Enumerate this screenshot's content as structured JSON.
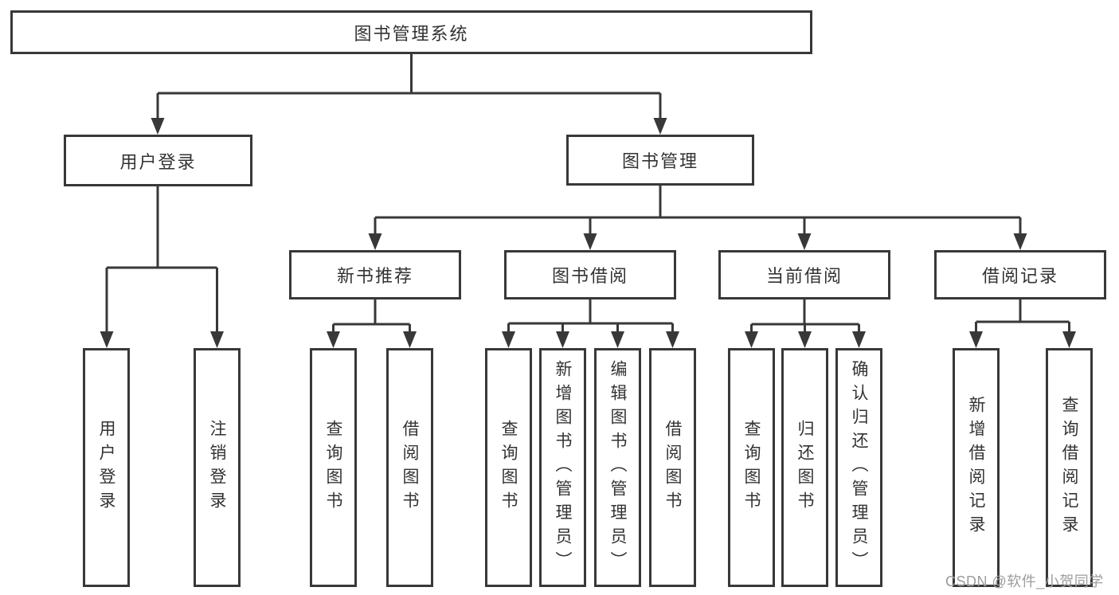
{
  "diagram": {
    "type": "hierarchy",
    "root": {
      "label": "图书管理系统"
    },
    "level2": {
      "user_login": {
        "label": "用户登录"
      },
      "book_management": {
        "label": "图书管理"
      }
    },
    "user_login_children": [
      {
        "label": "用户登录"
      },
      {
        "label": "注销登录"
      }
    ],
    "book_management_children": [
      {
        "label": "新书推荐"
      },
      {
        "label": "图书借阅"
      },
      {
        "label": "当前借阅"
      },
      {
        "label": "借阅记录"
      }
    ],
    "new_book_children": [
      {
        "label": "查询图书"
      },
      {
        "label": "借阅图书"
      }
    ],
    "book_borrow_children": [
      {
        "label": "查询图书"
      },
      {
        "label": "新增图书（管理员）"
      },
      {
        "label": "编辑图书（管理员）"
      },
      {
        "label": "借阅图书"
      }
    ],
    "current_borrow_children": [
      {
        "label": "查询图书"
      },
      {
        "label": "归还图书"
      },
      {
        "label": "确认归还（管理员）"
      }
    ],
    "borrow_record_children": [
      {
        "label": "新增借阅记录"
      },
      {
        "label": "查询借阅记录"
      }
    ]
  },
  "watermark": {
    "text": "CSDN @软件_小贺同学"
  },
  "colors": {
    "line": "#383838",
    "box_border": "#383838",
    "text": "#333333",
    "background": "#ffffff",
    "watermark": "#9d9d9d"
  }
}
